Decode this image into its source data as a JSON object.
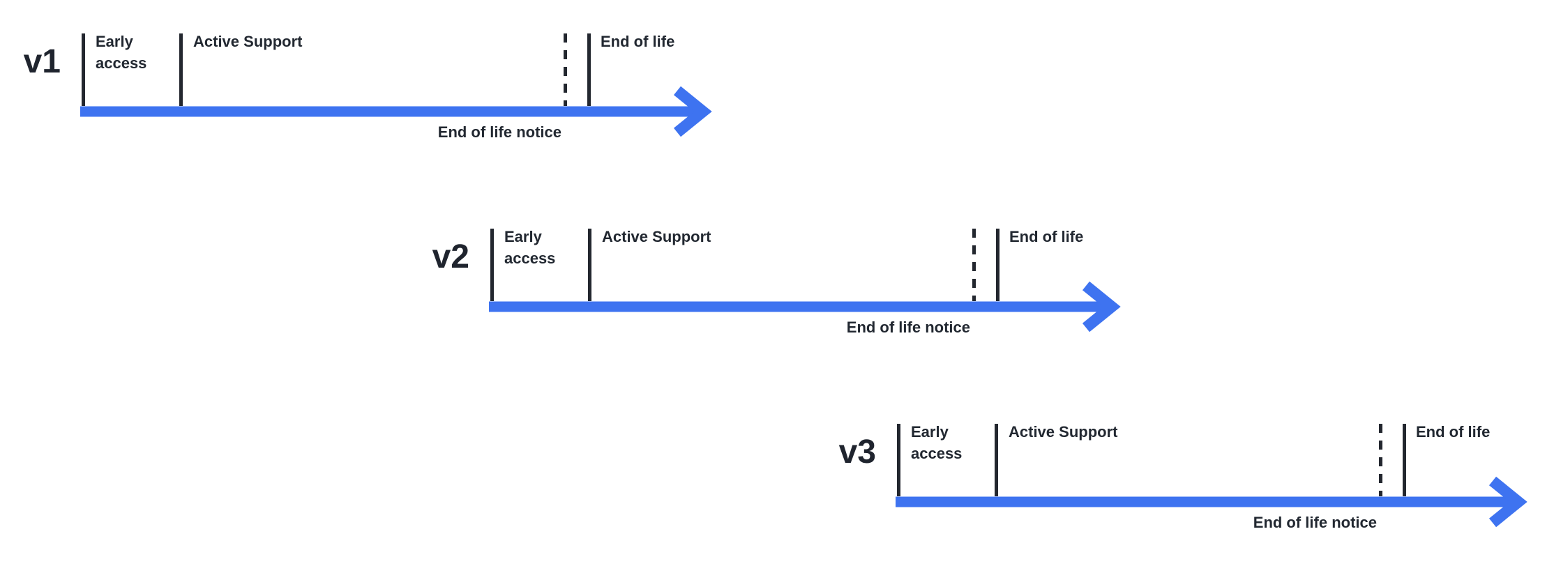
{
  "diagram": {
    "description": "Version lifecycle timelines",
    "colors": {
      "arrow_blue": "#3e73f0",
      "text_dark": "#222831",
      "tick_dark": "#23272f",
      "background": "#ffffff"
    }
  },
  "versions": [
    {
      "label": "v1",
      "phases": {
        "early_access": "Early access",
        "active_support": "Active Support",
        "end_of_life": "End of life",
        "end_of_life_notice": "End of life notice"
      }
    },
    {
      "label": "v2",
      "phases": {
        "early_access": "Early access",
        "active_support": "Active Support",
        "end_of_life": "End of life",
        "end_of_life_notice": "End of life notice"
      }
    },
    {
      "label": "v3",
      "phases": {
        "early_access": "Early access",
        "active_support": "Active Support",
        "end_of_life": "End of life",
        "end_of_life_notice": "End of life notice"
      }
    }
  ]
}
